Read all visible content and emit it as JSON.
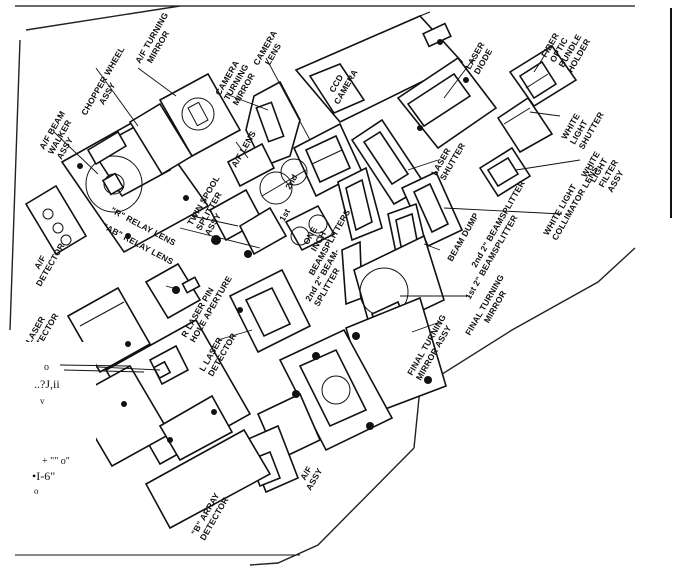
{
  "labels": {
    "af_beam_walker": [
      "A/F BEAM",
      "WALKER",
      "ASSY"
    ],
    "chopper_wheel": [
      "CHOPPER WHEEL",
      "ASSY"
    ],
    "af_turning_mirror": [
      "A/F TURNING",
      "MIRROR"
    ],
    "camera_turning_mirror": [
      "CAMERA",
      "TURNING",
      "MIRROR"
    ],
    "camera_lens": [
      "CAMERA",
      "LENS"
    ],
    "ccd_camera": [
      "CCD",
      "CAMERA"
    ],
    "laser_diode": [
      "LASER",
      "DIODE"
    ],
    "fiber_optic": [
      "FIBER",
      "OPTIC",
      "BUNDLE",
      "HOLDER"
    ],
    "white_light_shutter": [
      "WHITE",
      "LIGHT",
      "SHUTTER"
    ],
    "white_light_filter": [
      "WHITE",
      "LIGHT",
      "FILTER",
      "ASSY"
    ],
    "white_light_collimator": [
      "WHITE LIGHT",
      "COLLIMATOR LENS"
    ],
    "laser_shutter": [
      "LASER",
      "SHUTTER"
    ],
    "af_lens": "A/F LENS",
    "twin_spool": [
      "TWIN SPOOL",
      "SPLITTER",
      "ASSY"
    ],
    "r_relay_lens": "\"R\" RELAY LENS",
    "ab_relay_lens": "\"AB\" RELAY LENS",
    "one_inch": [
      "ONE",
      "INCH",
      "BEAMSPLITTERS"
    ],
    "second_2_left": [
      "2nd 2\" BEAM-",
      "SPLITTER"
    ],
    "beam_dump": "BEAM DUMP",
    "second_2_right": "2nd 2\" BEAMSPLITTER",
    "first_2": "1st 2\" BEAMSPLITTER",
    "final_turning_mirror": [
      "FINAL TURNING",
      "MIRROR"
    ],
    "final_turning_mirror_assy": [
      "FINAL TURNING",
      "MIRROR ASSY"
    ],
    "af_detector": [
      "A/F",
      "DETECTOR"
    ],
    "r_laser_detector": [
      "R LASER",
      "DETECTOR"
    ],
    "r_laser_pin": [
      "R LASER PIN",
      "HOLE APERTURE"
    ],
    "l_laser_detector": [
      "L LASER",
      "DETECTOR"
    ],
    "af_assy": [
      "A/F",
      "ASSY"
    ],
    "b_array_detector": [
      "\"B\" ARRAY",
      "DETECTOR"
    ],
    "lens_1st": "1st",
    "lens_2nd": "2nd"
  },
  "artifacts": {
    "ocr_a": "..?J,ii",
    "ocr_a_top": "o",
    "ocr_a_bottom": "v",
    "ocr_b": "•I-6\"",
    "ocr_b_top": "+ \"\" o\"",
    "ocr_b_bottom": "o"
  }
}
